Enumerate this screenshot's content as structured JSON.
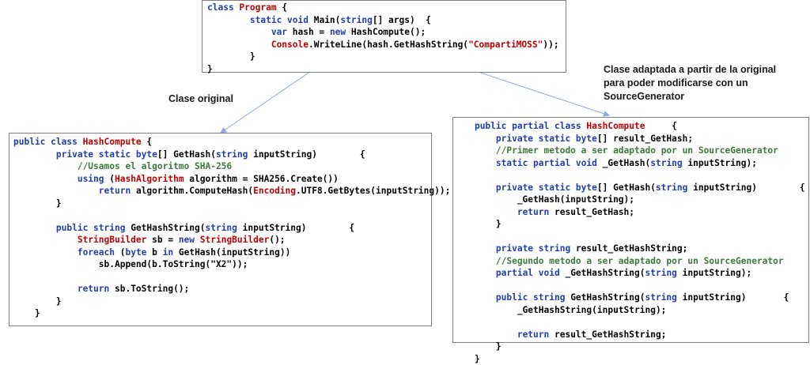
{
  "colors": {
    "keyword": "#1f3fae",
    "type": "#c00000",
    "comment": "#3c7a3c",
    "string": "#c00000",
    "arrow": "#8ea9db",
    "border": "#7f7f7f"
  },
  "captions": {
    "original": "Clase original",
    "adapted": [
      "Clase adaptada a partir de la original",
      "para poder modificarse con un",
      "SourceGenerator"
    ]
  },
  "program_box": {
    "lines": [
      [
        [
          "kw",
          "class "
        ],
        [
          "ty",
          "Program"
        ],
        [
          "p",
          " {"
        ]
      ],
      [
        [
          "p",
          "        "
        ],
        [
          "kw",
          "static void "
        ],
        [
          "p",
          "Main("
        ],
        [
          "kw",
          "string"
        ],
        [
          "p",
          "[] args)  {"
        ]
      ],
      [
        [
          "p",
          "            "
        ],
        [
          "kw",
          "var "
        ],
        [
          "p",
          "hash = "
        ],
        [
          "kw",
          "new "
        ],
        [
          "p",
          "HashCompute();"
        ]
      ],
      [
        [
          "p",
          "            "
        ],
        [
          "ty",
          "Console"
        ],
        [
          "p",
          ".WriteLine(hash.GetHashString("
        ],
        [
          "st",
          "\"CompartiMOSS\""
        ],
        [
          "p",
          "));"
        ]
      ],
      [
        [
          "p",
          "        }"
        ]
      ],
      [
        [
          "p",
          "}"
        ]
      ]
    ]
  },
  "original_box": {
    "lines": [
      [
        [
          "kw",
          "public class "
        ],
        [
          "ty",
          "HashCompute"
        ],
        [
          "p",
          " {"
        ]
      ],
      [
        [
          "p",
          "        "
        ],
        [
          "kw",
          "private static byte"
        ],
        [
          "p",
          "[] GetHash("
        ],
        [
          "kw",
          "string "
        ],
        [
          "p",
          "inputString)        {"
        ]
      ],
      [
        [
          "p",
          "            "
        ],
        [
          "cm",
          "//Usamos el algoritmo SHA-256"
        ]
      ],
      [
        [
          "p",
          "            "
        ],
        [
          "kw",
          "using "
        ],
        [
          "p",
          "("
        ],
        [
          "ty",
          "HashAlgorithm"
        ],
        [
          "p",
          " algorithm = SHA256.Create())"
        ]
      ],
      [
        [
          "p",
          "                "
        ],
        [
          "kw",
          "return "
        ],
        [
          "p",
          "algorithm.ComputeHash("
        ],
        [
          "ty",
          "Encoding"
        ],
        [
          "p",
          ".UTF8.GetBytes(inputString));"
        ]
      ],
      [
        [
          "p",
          "        }"
        ]
      ],
      [
        [
          "p",
          ""
        ]
      ],
      [
        [
          "p",
          "        "
        ],
        [
          "kw",
          "public string "
        ],
        [
          "p",
          "GetHashString("
        ],
        [
          "kw",
          "string "
        ],
        [
          "p",
          "inputString)        {"
        ]
      ],
      [
        [
          "p",
          "            "
        ],
        [
          "ty",
          "StringBuilder"
        ],
        [
          "p",
          " sb = "
        ],
        [
          "kw",
          "new "
        ],
        [
          "ty",
          "StringBuilder"
        ],
        [
          "p",
          "();"
        ]
      ],
      [
        [
          "p",
          "            "
        ],
        [
          "kw",
          "foreach "
        ],
        [
          "p",
          "("
        ],
        [
          "kw",
          "byte "
        ],
        [
          "p",
          "b "
        ],
        [
          "kw",
          "in "
        ],
        [
          "p",
          "GetHash(inputString))"
        ]
      ],
      [
        [
          "p",
          "                sb.Append(b.ToString(\"X2\"));"
        ]
      ],
      [
        [
          "p",
          ""
        ]
      ],
      [
        [
          "p",
          "            "
        ],
        [
          "kw",
          "return "
        ],
        [
          "p",
          "sb.ToString();"
        ]
      ],
      [
        [
          "p",
          "        }"
        ]
      ],
      [
        [
          "p",
          "    }"
        ]
      ]
    ]
  },
  "adapted_box": {
    "lines": [
      [
        [
          "p",
          "    "
        ],
        [
          "kw",
          "public partial class "
        ],
        [
          "ty",
          "HashCompute"
        ],
        [
          "p",
          "     {"
        ]
      ],
      [
        [
          "p",
          "        "
        ],
        [
          "kw",
          "private static byte"
        ],
        [
          "p",
          "[] result_GetHash;"
        ]
      ],
      [
        [
          "p",
          "        "
        ],
        [
          "cm",
          "//Primer metodo a ser adaptado por un SourceGenerator"
        ]
      ],
      [
        [
          "p",
          "        "
        ],
        [
          "kw",
          "static partial void "
        ],
        [
          "p",
          "_GetHash("
        ],
        [
          "kw",
          "string "
        ],
        [
          "p",
          "inputString);"
        ]
      ],
      [
        [
          "p",
          ""
        ]
      ],
      [
        [
          "p",
          "        "
        ],
        [
          "kw",
          "private static byte"
        ],
        [
          "p",
          "[] GetHash("
        ],
        [
          "kw",
          "string "
        ],
        [
          "p",
          "inputString)        {"
        ]
      ],
      [
        [
          "p",
          "            _GetHash(inputString);"
        ]
      ],
      [
        [
          "p",
          "            "
        ],
        [
          "kw",
          "return "
        ],
        [
          "p",
          "result_GetHash;"
        ]
      ],
      [
        [
          "p",
          "        }"
        ]
      ],
      [
        [
          "p",
          ""
        ]
      ],
      [
        [
          "p",
          "        "
        ],
        [
          "kw",
          "private string "
        ],
        [
          "p",
          "result_GetHashString;"
        ]
      ],
      [
        [
          "p",
          "        "
        ],
        [
          "cm",
          "//Segundo metodo a ser adaptado por un SourceGenerator"
        ]
      ],
      [
        [
          "p",
          "        "
        ],
        [
          "kw",
          "partial void "
        ],
        [
          "p",
          "_GetHashString("
        ],
        [
          "kw",
          "string "
        ],
        [
          "p",
          "inputString);"
        ]
      ],
      [
        [
          "p",
          ""
        ]
      ],
      [
        [
          "p",
          "        "
        ],
        [
          "kw",
          "public string "
        ],
        [
          "p",
          "GetHashString("
        ],
        [
          "kw",
          "string "
        ],
        [
          "p",
          "inputString)       {"
        ]
      ],
      [
        [
          "p",
          "            _GetHashString(inputString);"
        ]
      ],
      [
        [
          "p",
          ""
        ]
      ],
      [
        [
          "p",
          "            "
        ],
        [
          "kw",
          "return "
        ],
        [
          "p",
          "result_GetHashString;"
        ]
      ],
      [
        [
          "p",
          "        }"
        ]
      ],
      [
        [
          "p",
          "    }"
        ]
      ]
    ]
  }
}
